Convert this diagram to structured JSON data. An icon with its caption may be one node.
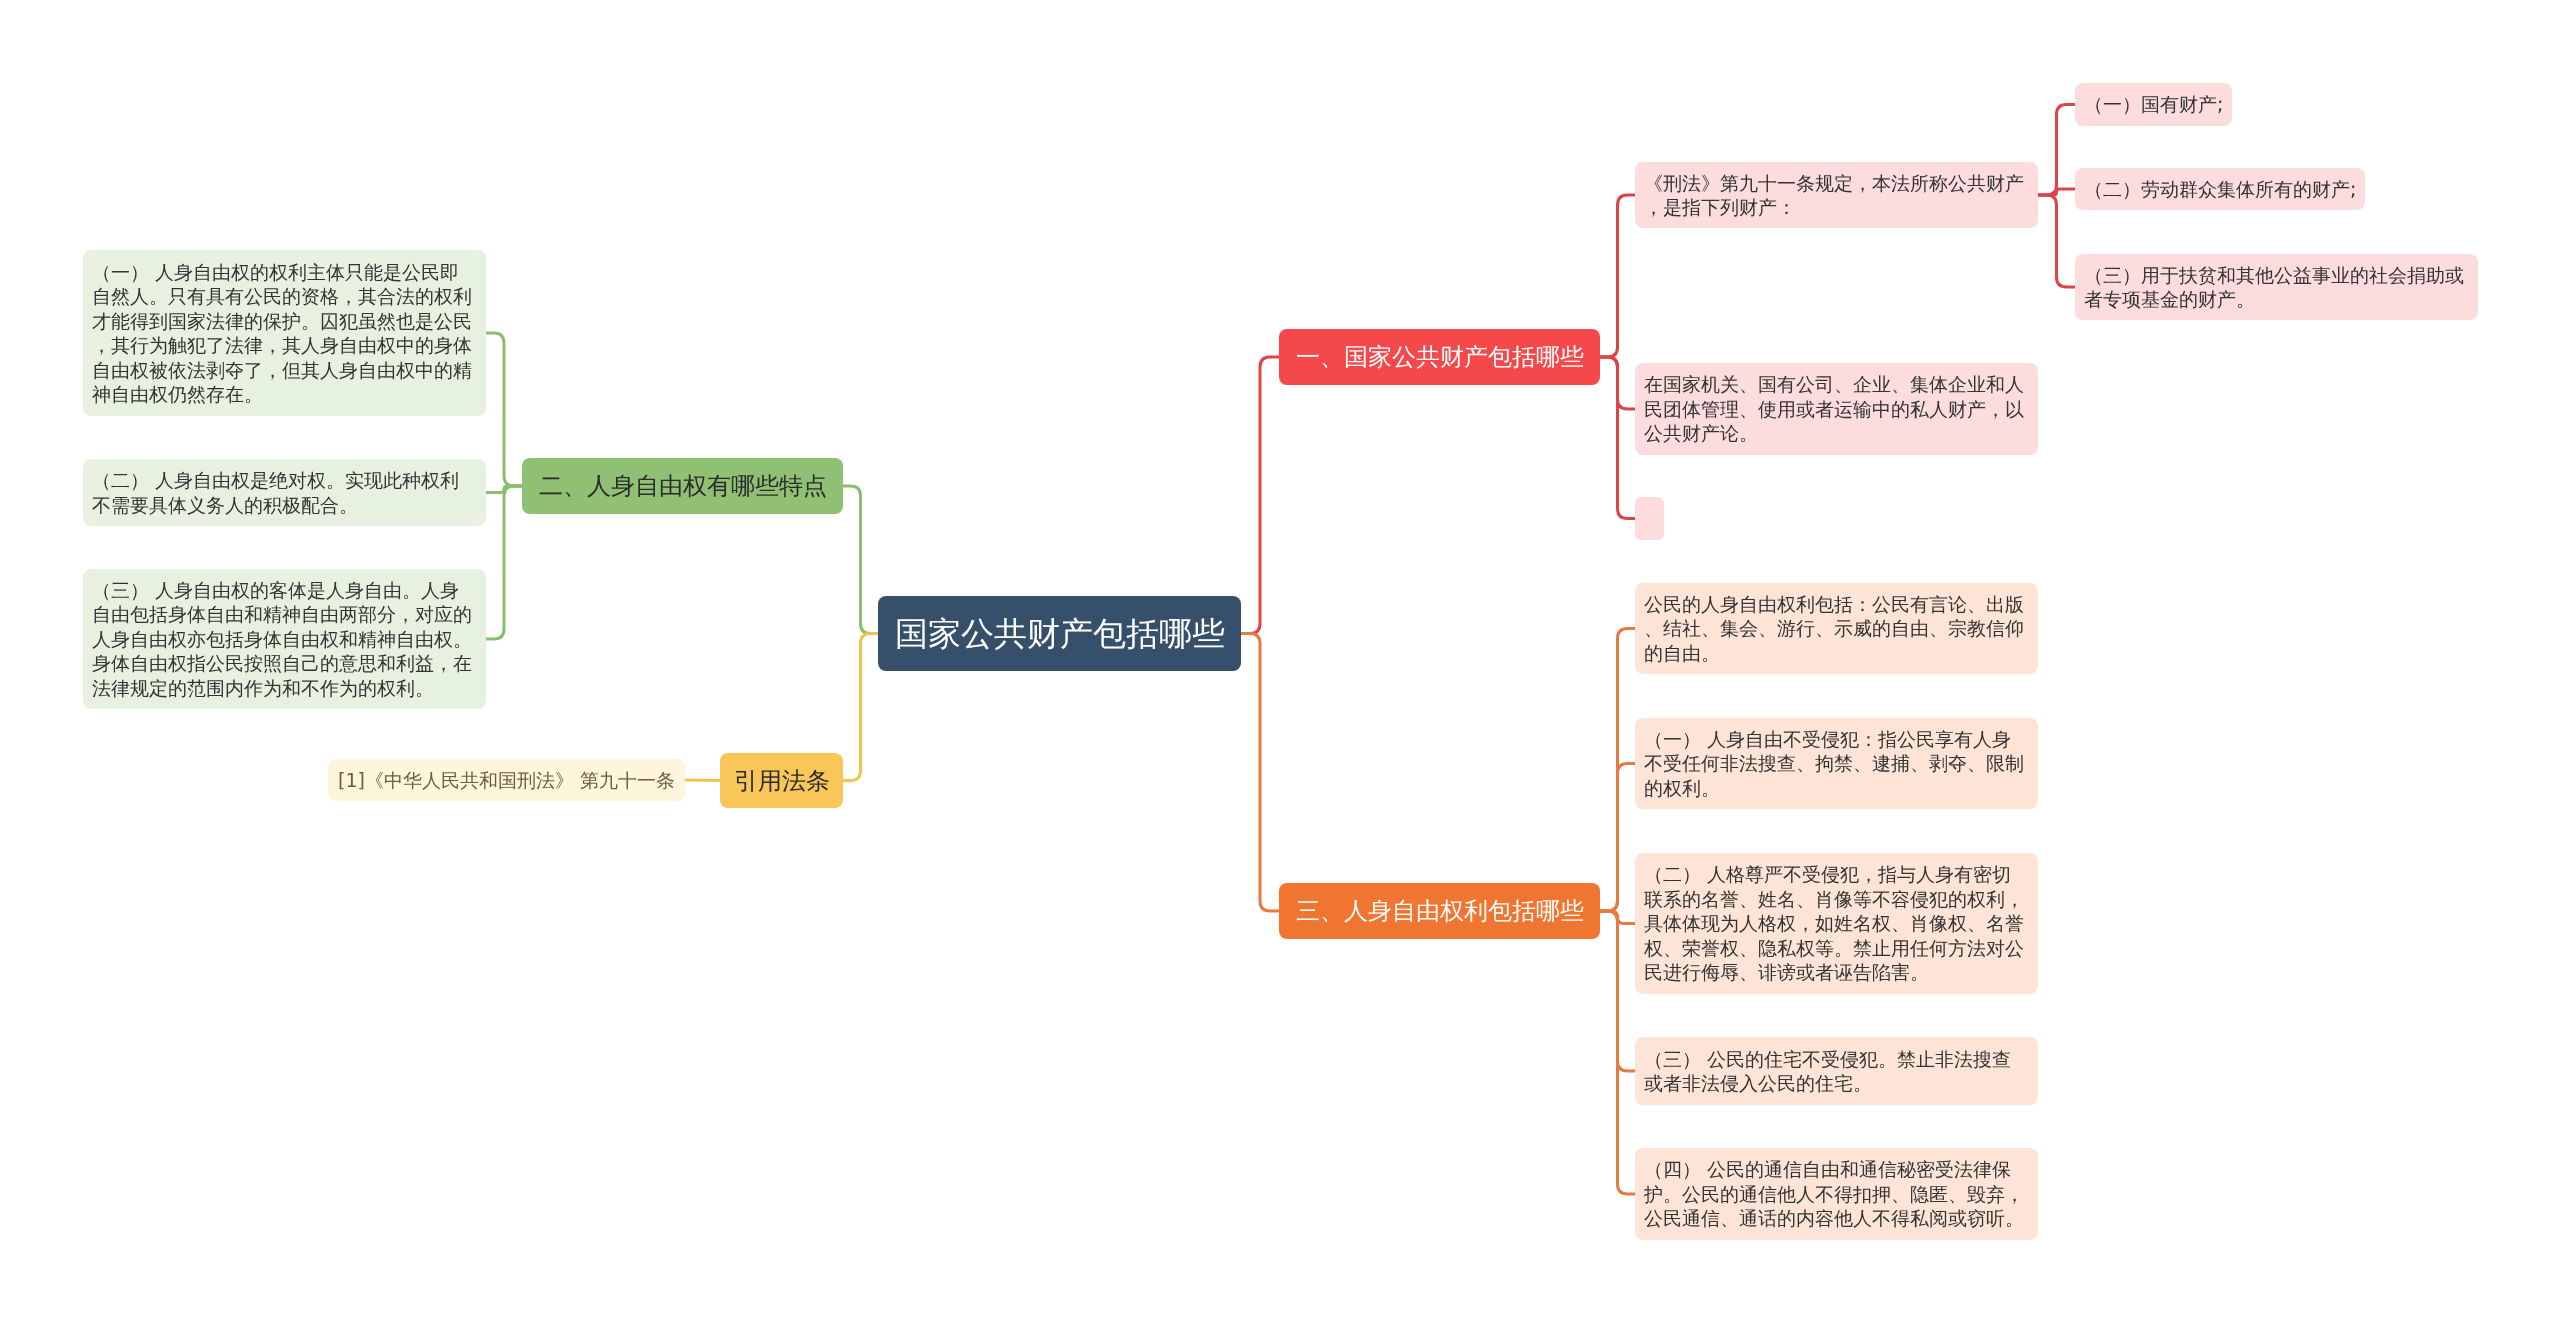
{
  "diagram": {
    "nodes": [
      {
        "text": [
          "国家公共财产包括哪些"
        ]
      },
      {
        "text": [
          "一、国家公共财产包括哪些"
        ]
      },
      {
        "text": [
          "《刑法》第九十一条规定，本法所称公共财产，是指下列财产："
        ]
      },
      {
        "text": [
          "（一）国有财产;"
        ]
      },
      {
        "text": [
          "（二）劳动群众集体所有的财产;"
        ]
      },
      {
        "text": [
          "（三）用于扶贫和其他公益事业的社会捐助或者专项基金的财产。"
        ]
      },
      {
        "text": [
          "在国家机关、国有公司、企业、集体企业和人民团体管理、使用或者运输中的私人财产，以公共财产论。"
        ]
      },
      {
        "text": [],
        "shape": "box"
      },
      {
        "text": [
          "三、人身自由权利包括哪些"
        ]
      },
      {
        "text": [
          "公民的人身自由权利包括：公民有言论、出版、结社、集会、游行、示威的自由、宗教信仰的自由。"
        ]
      },
      {
        "text": [
          "（一） 人身自由不受侵犯：指公民享有人身不受任何非法搜查、拘禁、逮捕、剥夺、限制的权利。"
        ]
      },
      {
        "text": [
          "（二） 人格尊严不受侵犯，指与人身有密切联系的名誉、姓名、肖像等不容侵犯的权利，具体体现为人格权，如姓名权、肖像权、名誉权、荣誉权、隐私权等。禁止用任何方法对公民进行侮辱、诽谤或者诬告陷害。"
        ]
      },
      {
        "text": [
          "（三） 公民的住宅不受侵犯。禁止非法搜查或者非法侵入公民的住宅。"
        ]
      },
      {
        "text": [
          "（四） 公民的通信自由和通信秘密受法律保护。公民的通信他人不得扣押、隐匿、毁弃，公民通信、通话的内容他人不得私阅或窃听。"
        ]
      },
      {
        "text": [
          "二、人身自由权有哪些特点"
        ]
      },
      {
        "text": [
          "（一） 人身自由权的权利主体只能是公民即自然人。只有具有公民的资格，其合法的权利才能得到国家法律的保护。囚犯虽然也是公民，其行为触犯了法律，其人身自由权中的身体自由权被依法剥夺了，但其人身自由权中的精神自由权仍然存在。"
        ]
      },
      {
        "text": [
          "（二） 人身自由权是绝对权。实现此种权利不需要具体义务人的积极配合。"
        ]
      },
      {
        "text": [
          "（三） 人身自由权的客体是人身自由。人身自由包括身体自由和精神自由两部分，对应的人身自由权亦包括身体自由权和精神自由权。身体自由权指公民按照自己的意思和利益，在法律规定的范围内作为和不作为的权利。"
        ]
      },
      {
        "text": [
          "引用法条"
        ]
      },
      {
        "text": [
          "[1]《中华人民共和国刑法》 第九十一条"
        ]
      }
    ],
    "edges": [
      {
        "from": 0,
        "to": 1,
        "arrow": "none"
      },
      {
        "from": 1,
        "to": 2,
        "arrow": "none"
      },
      {
        "from": 2,
        "to": 3,
        "arrow": "none"
      },
      {
        "from": 2,
        "to": 4,
        "arrow": "none"
      },
      {
        "from": 2,
        "to": 5,
        "arrow": "none"
      },
      {
        "from": 1,
        "to": 6,
        "arrow": "none"
      },
      {
        "from": 1,
        "to": 7,
        "arrow": "none"
      },
      {
        "from": 0,
        "to": 8,
        "arrow": "none",
        "color": "#e57a42"
      },
      {
        "from": 8,
        "to": 9,
        "arrow": "none",
        "color": "#e57a42"
      },
      {
        "from": 8,
        "to": 10,
        "arrow": "none",
        "color": "#e57a42"
      },
      {
        "from": 8,
        "to": 11,
        "arrow": "none",
        "color": "#e57a42"
      },
      {
        "from": 8,
        "to": 12,
        "arrow": "none",
        "color": "#e57a42"
      },
      {
        "from": 8,
        "to": 13,
        "arrow": "none",
        "color": "#e57a42"
      },
      {
        "from": 0,
        "to": 14,
        "arrow": "none",
        "color": "#8cbd6e"
      },
      {
        "from": 14,
        "to": 15,
        "arrow": "none",
        "color": "#8cbd6e"
      },
      {
        "from": 14,
        "to": 16,
        "arrow": "none",
        "color": "#8cbd6e"
      },
      {
        "from": 14,
        "to": 17,
        "arrow": "none",
        "color": "#8cbd6e"
      },
      {
        "from": 0,
        "to": 18,
        "arrow": "none",
        "color": "#f4c34f"
      },
      {
        "from": 18,
        "to": 19,
        "arrow": "none",
        "color": "#f4c34f"
      }
    ]
  }
}
